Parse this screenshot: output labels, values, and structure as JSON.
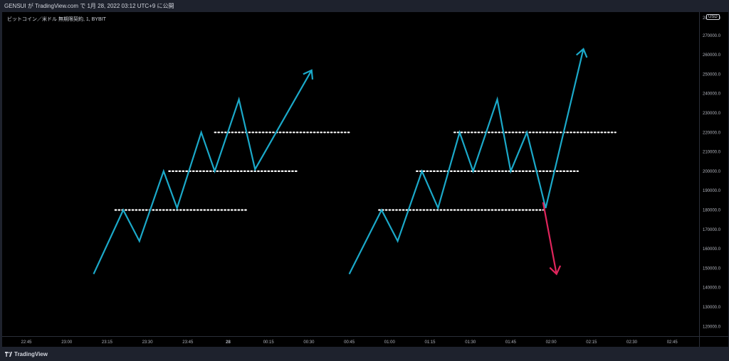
{
  "header": {
    "published_text": "GENSUI が TradingView.com で 1月 28, 2022 03:12 UTC+9 に公開"
  },
  "symbol": {
    "title": "ビットコイン／米ドル 無期限契約, 1, BYBIT",
    "currency": "USD"
  },
  "footer": {
    "brand": "TradingView"
  },
  "colors": {
    "zigzag": "#1ba9c9",
    "down_arrow": "#e0255c",
    "dotted_level": "#ffffff",
    "background": "#000000",
    "axis_text": "#b2b5be"
  },
  "chart_data": {
    "type": "line",
    "y_axis_labels": [
      "270000.0",
      "260000.0",
      "250000.0",
      "240000.0",
      "230000.0",
      "220000.0",
      "210000.0",
      "200000.0",
      "190000.0",
      "180000.0",
      "170000.0",
      "160000.0",
      "150000.0",
      "140000.0",
      "130000.0",
      "120000.0"
    ],
    "y_axis_top_label": "280000.0",
    "x_axis_labels": [
      "22:45",
      "23:00",
      "23:15",
      "23:30",
      "23:45",
      "28",
      "00:15",
      "00:30",
      "00:45",
      "01:00",
      "01:15",
      "01:30",
      "01:45",
      "02:00",
      "02:15",
      "02:30",
      "02:45"
    ],
    "ylim": [
      115000,
      282000
    ],
    "xlim": [
      "22:36",
      "02:55"
    ],
    "horizontal_levels": [
      {
        "group": "left",
        "value": 180000,
        "x_start": "23:18",
        "x_end": "00:07"
      },
      {
        "group": "left",
        "value": 200000,
        "x_start": "23:38",
        "x_end": "00:26"
      },
      {
        "group": "left",
        "value": 220000,
        "x_start": "23:55",
        "x_end": "00:45"
      },
      {
        "group": "right",
        "value": 180000,
        "x_start": "00:56",
        "x_end": "01:57"
      },
      {
        "group": "right",
        "value": 200000,
        "x_start": "01:10",
        "x_end": "02:10"
      },
      {
        "group": "right",
        "value": 220000,
        "x_start": "01:24",
        "x_end": "02:24"
      }
    ],
    "series": [
      {
        "points": [
          [
            "23:10",
            147000
          ],
          [
            "23:21",
            180000
          ],
          [
            "23:27",
            164000
          ],
          [
            "23:36",
            200000
          ],
          [
            "23:41",
            181000
          ],
          [
            "23:50",
            220000
          ],
          [
            "23:55",
            200000
          ],
          [
            "24:04",
            237000
          ],
          [
            "24:10",
            201000
          ],
          [
            "24:31",
            252000
          ]
        ]
      },
      {
        "points": [
          [
            "00:45",
            147000
          ],
          [
            "00:57",
            180000
          ],
          [
            "01:03",
            164000
          ],
          [
            "01:12",
            200000
          ],
          [
            "01:18",
            181000
          ],
          [
            "01:26",
            220000
          ],
          [
            "01:31",
            200000
          ],
          [
            "01:40",
            237000
          ],
          [
            "01:45",
            200000
          ],
          [
            "01:51",
            220000
          ],
          [
            "01:58",
            181000
          ],
          [
            "02:12",
            263000
          ]
        ]
      },
      {
        "points": [
          [
            "01:57",
            184000
          ],
          [
            "02:02",
            147000
          ]
        ]
      }
    ]
  }
}
